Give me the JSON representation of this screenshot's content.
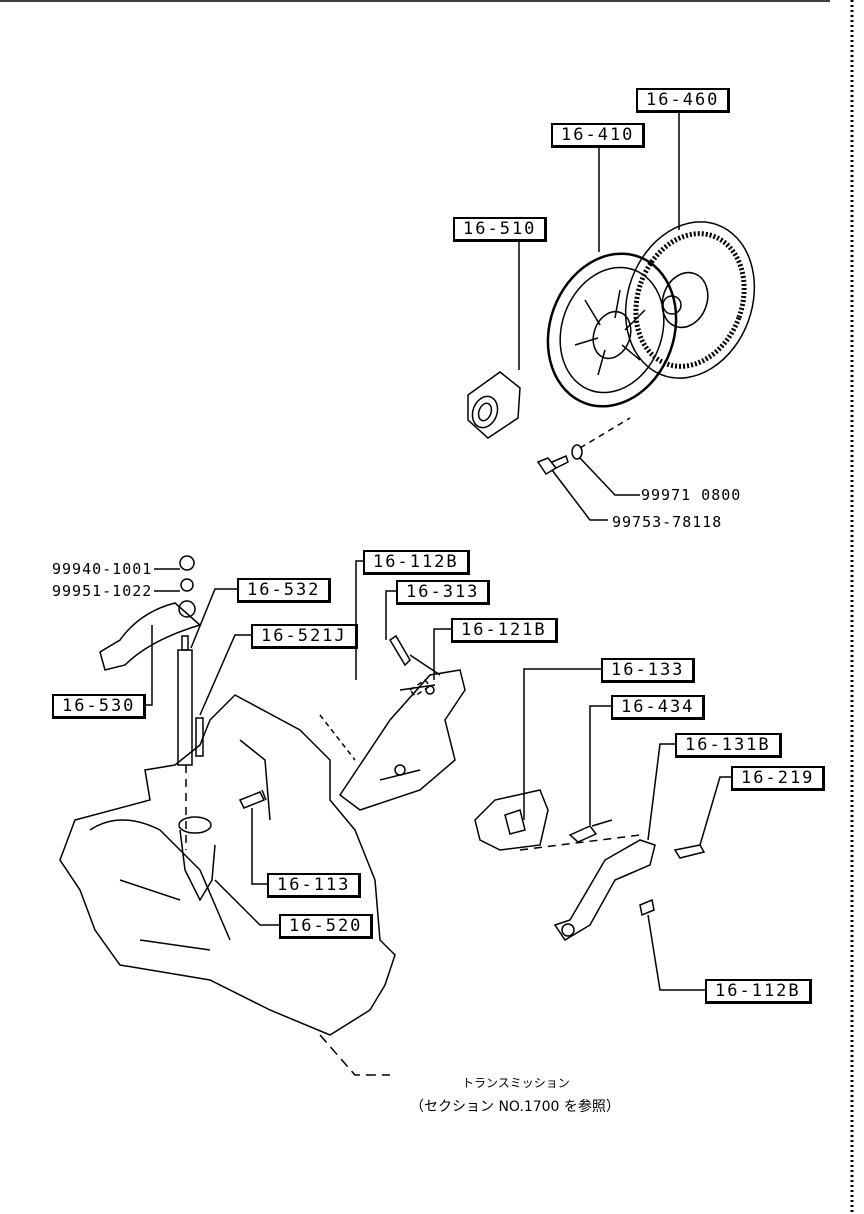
{
  "labels": {
    "p16_460": "16-460",
    "p16_410": "16-410",
    "p16_510": "16-510",
    "p99971": "99971 0800",
    "p99753": "99753-78118",
    "p99940": "99940-1001",
    "p99951": "99951-1022",
    "p16_532": "16-532",
    "p16_521j": "16-521J",
    "p16_530": "16-530",
    "p16_112b_top": "16-112B",
    "p16_313": "16-313",
    "p16_121b": "16-121B",
    "p16_133": "16-133",
    "p16_434": "16-434",
    "p16_131b": "16-131B",
    "p16_219": "16-219",
    "p16_113": "16-113",
    "p16_520": "16-520",
    "p16_112b_bottom": "16-112B"
  },
  "note": {
    "line1": "トランスミッション",
    "line2": "（セクション NO.1700 を参照）"
  }
}
